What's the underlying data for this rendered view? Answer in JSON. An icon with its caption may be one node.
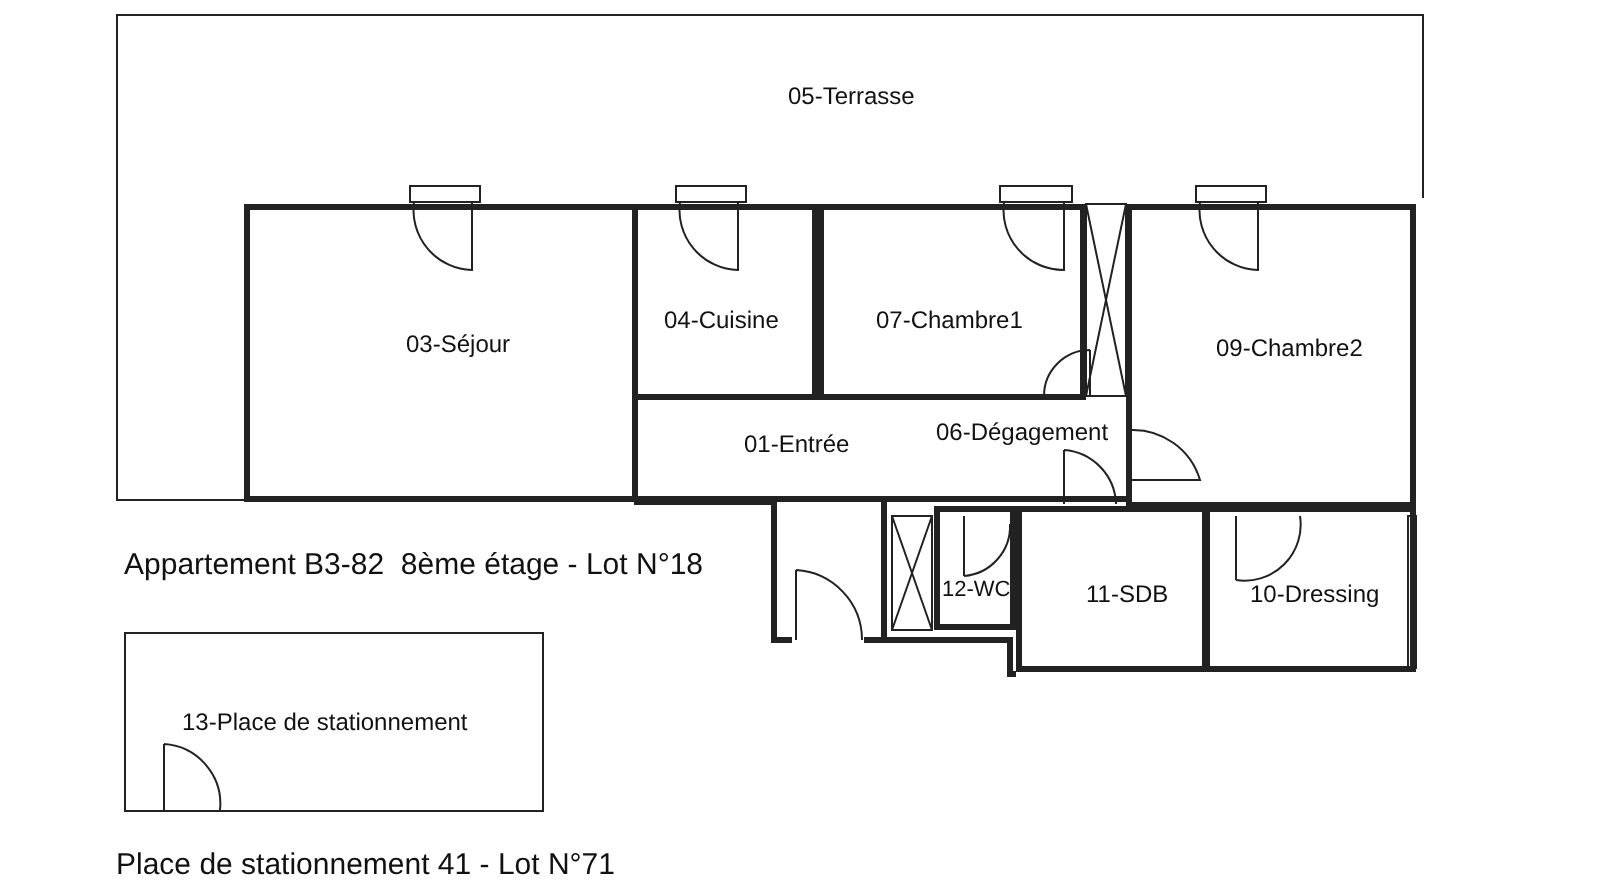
{
  "diagram": {
    "nodes": [
      {
        "text": [
          "05-Terrasse"
        ]
      },
      {
        "text": [
          "03-Séjour"
        ]
      },
      {
        "text": [
          "04-Cuisine"
        ]
      },
      {
        "text": [
          "07-Chambre1"
        ]
      },
      {
        "text": [
          "09-Chambre2"
        ]
      },
      {
        "text": [
          "01-Entrée"
        ]
      },
      {
        "text": [
          "06-Dégagement"
        ]
      },
      {
        "text": [
          "12-WC"
        ]
      },
      {
        "text": [
          "11-SDB"
        ]
      },
      {
        "text": [
          "10-Dressing"
        ]
      },
      {
        "text": [
          "13-Place de stationnement"
        ]
      }
    ],
    "edges": [],
    "labels": [
      "Appartement B3-82  8ème étage - Lot N°18",
      "Place de stationnement 41 - Lot N°71"
    ]
  }
}
